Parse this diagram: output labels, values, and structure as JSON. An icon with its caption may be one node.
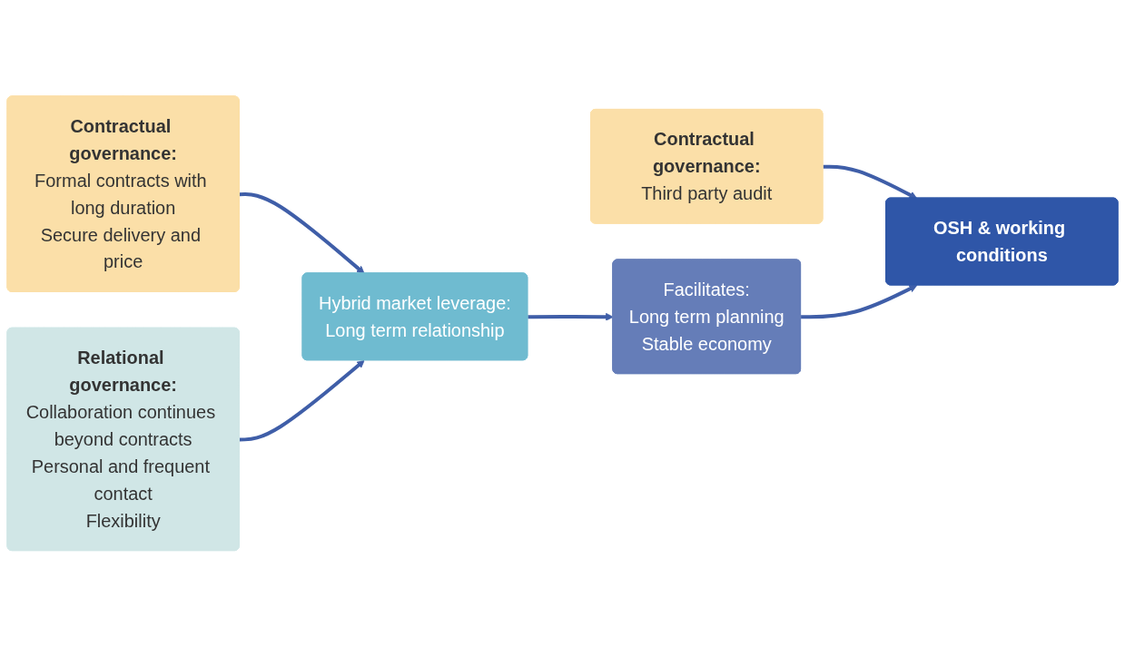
{
  "diagram": {
    "nodes": [
      {
        "text": [
          "Contractual governance:",
          "Formal contracts with long duration",
          "Secure delivery and price"
        ]
      },
      {
        "text": [
          "Relational governance:",
          "Collaboration continues beyond contracts",
          "Personal and frequent contact",
          "Flexibility"
        ]
      },
      {
        "text": [
          "Hybrid market leverage:",
          "Long term relationship"
        ]
      },
      {
        "text": [
          "Facilitates:",
          "Long term planning",
          "Stable economy"
        ]
      },
      {
        "text": [
          "Contractual governance:",
          "Third party audit"
        ]
      },
      {
        "text": [
          "OSH & working conditions"
        ]
      }
    ],
    "edges": [
      {
        "from": 0,
        "to": 2,
        "arrow": "to"
      },
      {
        "from": 1,
        "to": 2,
        "arrow": "to"
      },
      {
        "from": 2,
        "to": 3,
        "arrow": "to"
      },
      {
        "from": 4,
        "to": 5,
        "arrow": "to"
      },
      {
        "from": 3,
        "to": 5,
        "arrow": "to"
      }
    ]
  }
}
